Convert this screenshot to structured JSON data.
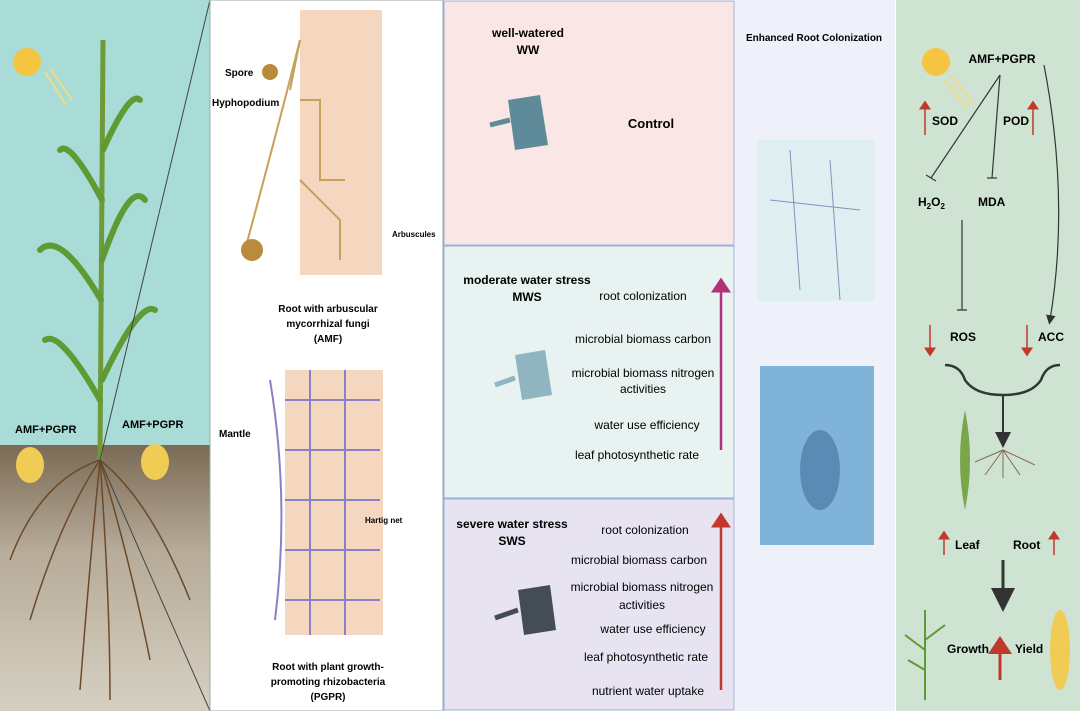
{
  "plant_panel": {
    "label_left": "AMF+PGPR",
    "label_right": "AMF+PGPR"
  },
  "root_panel": {
    "spore": "Spore",
    "hyphopodium": "Hyphopodium",
    "arbuscules": "Arbuscules",
    "amf_caption": [
      "Root with arbuscular",
      "mycorrhizal fungi",
      "(AMF)"
    ],
    "mantle": "Mantle",
    "hartig": "Hartig net",
    "pgpr_caption": [
      "Root with plant growth-",
      "promoting rhizobacteria",
      "(PGPR)"
    ]
  },
  "ww": {
    "title": "well-watered",
    "abbr": "WW",
    "result": "Control"
  },
  "mws": {
    "title": "moderate water stress",
    "abbr": "MWS",
    "items": [
      "root colonization",
      "microbial biomass carbon",
      "microbial biomass nitrogen",
      "activities",
      "water use efficiency",
      "leaf photosynthetic rate"
    ]
  },
  "sws": {
    "title": "severe water stress",
    "abbr": "SWS",
    "items": [
      "root colonization",
      "microbial biomass carbon",
      "microbial biomass nitrogen",
      "activities",
      "water use efficiency",
      "leaf photosynthetic rate",
      "nutrient water uptake"
    ]
  },
  "colonization": {
    "title": "Enhanced Root Colonization"
  },
  "mechanism": {
    "source": "AMF+PGPR",
    "sod": "SOD",
    "pod": "POD",
    "h2o2": "H",
    "mda": "MDA",
    "ros": "ROS",
    "acc": "ACC",
    "leaf": "Leaf",
    "root": "Root",
    "growth": "Growth",
    "yield": "Yield"
  },
  "colors": {
    "up_arrow": "#c0392b",
    "mws_arrow": "#b0307a",
    "sws_arrow": "#c0392b"
  }
}
